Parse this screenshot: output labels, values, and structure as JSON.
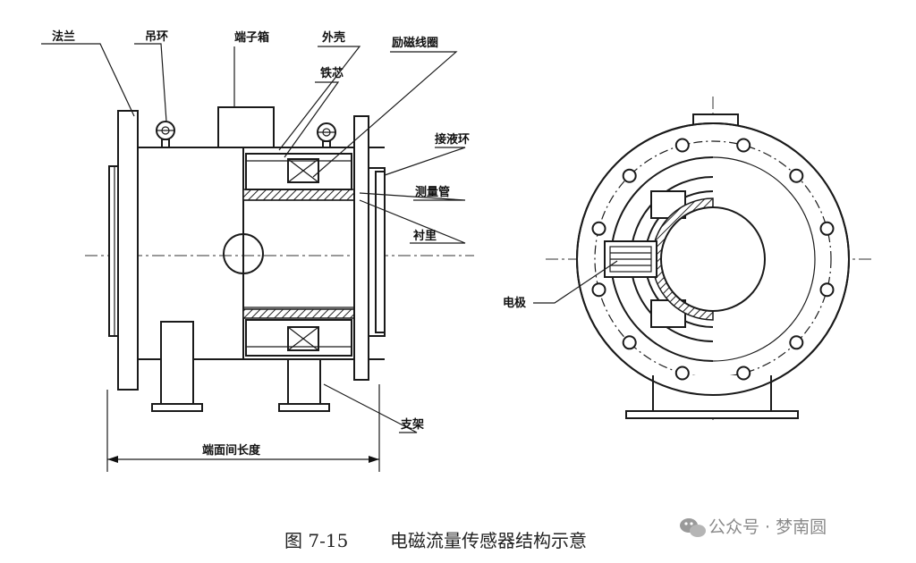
{
  "labels": {
    "flange": "法兰",
    "lifting_ring": "吊环",
    "terminal_box": "端子箱",
    "housing": "外壳",
    "iron_core": "铁芯",
    "excitation_coil": "励磁线圈",
    "grounding_ring": "接液环",
    "measuring_tube": "测量管",
    "lining": "衬里",
    "electrode": "电极",
    "bracket": "支架",
    "face_to_face_length": "端面间长度"
  },
  "caption": {
    "figure_number": "图 7-15",
    "title": "电磁流量传感器结构示意"
  },
  "watermark": {
    "icon": "wechat-icon",
    "text": "公众号 · 梦南圆"
  }
}
